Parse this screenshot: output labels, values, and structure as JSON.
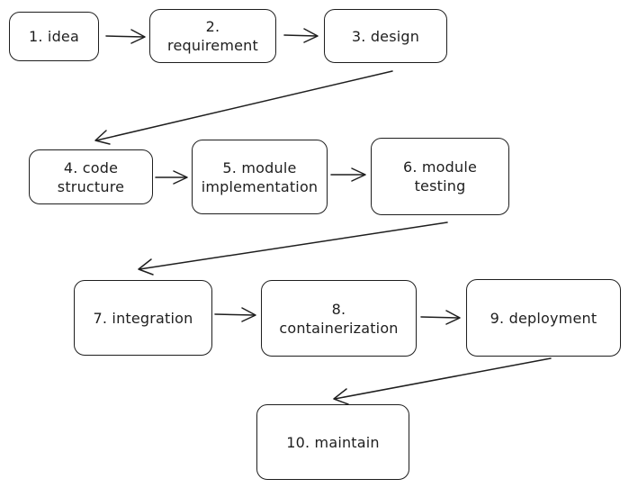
{
  "diagram": {
    "type": "flowchart",
    "colors": {
      "stroke": "#1e1e1e",
      "text": "#1e1e1e",
      "background": "#ffffff"
    },
    "nodes": [
      {
        "id": "n1",
        "label": "1. idea"
      },
      {
        "id": "n2",
        "label": "2.\nrequirement"
      },
      {
        "id": "n3",
        "label": "3. design"
      },
      {
        "id": "n4",
        "label": "4. code\nstructure"
      },
      {
        "id": "n5",
        "label": "5. module\nimplementation"
      },
      {
        "id": "n6",
        "label": "6. module\ntesting"
      },
      {
        "id": "n7",
        "label": "7. integration"
      },
      {
        "id": "n8",
        "label": "8.\ncontainerization"
      },
      {
        "id": "n9",
        "label": "9. deployment"
      },
      {
        "id": "n10",
        "label": "10. maintain"
      }
    ],
    "edges": [
      {
        "from": "n1",
        "to": "n2"
      },
      {
        "from": "n2",
        "to": "n3"
      },
      {
        "from": "n3",
        "to": "n4"
      },
      {
        "from": "n4",
        "to": "n5"
      },
      {
        "from": "n5",
        "to": "n6"
      },
      {
        "from": "n6",
        "to": "n7"
      },
      {
        "from": "n7",
        "to": "n8"
      },
      {
        "from": "n8",
        "to": "n9"
      },
      {
        "from": "n9",
        "to": "n10"
      }
    ]
  }
}
